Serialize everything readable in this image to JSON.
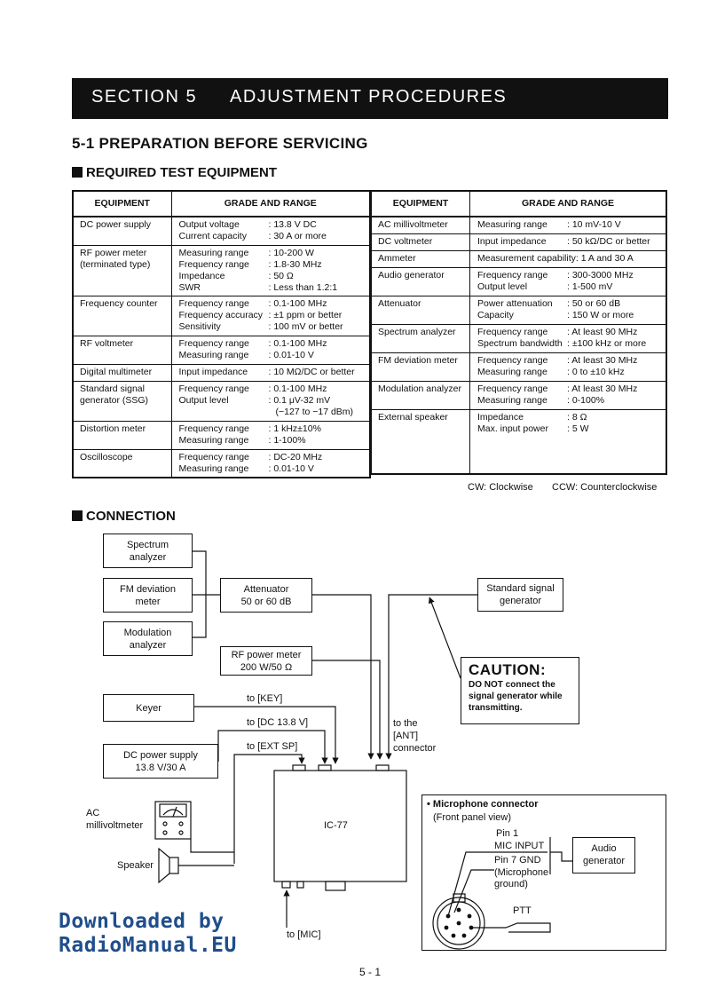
{
  "section": {
    "number": "SECTION 5",
    "title": "ADJUSTMENT PROCEDURES"
  },
  "heading": "5-1 PREPARATION BEFORE SERVICING",
  "subheading_equipment": "REQUIRED TEST EQUIPMENT",
  "table_headers": {
    "equipment": "EQUIPMENT",
    "grade": "GRADE AND RANGE"
  },
  "left_rows": [
    {
      "name": "DC power supply",
      "specs": [
        {
          "k": "Output voltage",
          "v": ": 13.8 V DC"
        },
        {
          "k": "Current capacity",
          "v": ": 30 A or more"
        }
      ]
    },
    {
      "name": "RF power meter\n(terminated type)",
      "specs": [
        {
          "k": "Measuring range",
          "v": ": 10-200 W"
        },
        {
          "k": "Frequency range",
          "v": ": 1.8-30 MHz"
        },
        {
          "k": "Impedance",
          "v": ": 50 Ω"
        },
        {
          "k": "SWR",
          "v": ": Less than 1.2:1"
        }
      ]
    },
    {
      "name": "Frequency counter",
      "specs": [
        {
          "k": "Frequency range",
          "v": ": 0.1-100 MHz"
        },
        {
          "k": "Frequency accuracy",
          "v": ": ±1 ppm or better"
        },
        {
          "k": "Sensitivity",
          "v": ": 100 mV or better"
        }
      ]
    },
    {
      "name": "RF voltmeter",
      "specs": [
        {
          "k": "Frequency range",
          "v": ": 0.1-100 MHz"
        },
        {
          "k": "Measuring range",
          "v": ": 0.01-10 V"
        }
      ]
    },
    {
      "name": "Digital multimeter",
      "specs": [
        {
          "k": "Input impedance",
          "v": ": 10 MΩ/DC or better"
        }
      ]
    },
    {
      "name": "Standard signal\ngenerator (SSG)",
      "specs": [
        {
          "k": "Frequency range",
          "v": ": 0.1-100 MHz"
        },
        {
          "k": "Output level",
          "v": ": 0.1 μV-32 mV"
        },
        {
          "k": "",
          "v": "(−127 to −17 dBm)"
        }
      ]
    },
    {
      "name": "Distortion meter",
      "specs": [
        {
          "k": "Frequency range",
          "v": ": 1 kHz±10%"
        },
        {
          "k": "Measuring range",
          "v": ": 1-100%"
        }
      ]
    },
    {
      "name": "Oscilloscope",
      "specs": [
        {
          "k": "Frequency range",
          "v": ": DC-20 MHz"
        },
        {
          "k": "Measuring range",
          "v": ": 0.01-10 V"
        }
      ]
    }
  ],
  "right_rows": [
    {
      "name": "AC millivoltmeter",
      "specs": [
        {
          "k": "Measuring range",
          "v": ": 10 mV-10 V"
        }
      ]
    },
    {
      "name": "DC voltmeter",
      "specs": [
        {
          "k": "Input impedance",
          "v": ": 50 kΩ/DC or better"
        }
      ]
    },
    {
      "name": "Ammeter",
      "specs": [
        {
          "k": "Measurement capability",
          "v": ": 1 A and 30 A"
        }
      ]
    },
    {
      "name": "Audio generator",
      "specs": [
        {
          "k": "Frequency range",
          "v": ": 300-3000 MHz"
        },
        {
          "k": "Output level",
          "v": ": 1-500 mV"
        }
      ]
    },
    {
      "name": "Attenuator",
      "specs": [
        {
          "k": "Power attenuation",
          "v": ": 50 or 60 dB"
        },
        {
          "k": "Capacity",
          "v": ": 150 W or more"
        }
      ]
    },
    {
      "name": "Spectrum analyzer",
      "specs": [
        {
          "k": "Frequency range",
          "v": ": At least 90 MHz"
        },
        {
          "k": "Spectrum bandwidth",
          "v": ": ±100 kHz or more"
        }
      ]
    },
    {
      "name": "FM deviation meter",
      "specs": [
        {
          "k": "Frequency range",
          "v": ": At least 30 MHz"
        },
        {
          "k": "Measuring range",
          "v": ": 0 to ±10 kHz"
        }
      ]
    },
    {
      "name": "Modulation analyzer",
      "specs": [
        {
          "k": "Frequency range",
          "v": ": At least 30 MHz"
        },
        {
          "k": "Measuring range",
          "v": ": 0-100%"
        }
      ]
    },
    {
      "name": "External speaker",
      "specs": [
        {
          "k": "Impedance",
          "v": ": 8 Ω"
        },
        {
          "k": "Max. input power",
          "v": ": 5 W"
        }
      ]
    }
  ],
  "notes": {
    "cw": "CW: Clockwise",
    "ccw": "CCW: Counterclockwise"
  },
  "subheading_connection": "CONNECTION",
  "diagram": {
    "spectrum_analyzer": "Spectrum\nanalyzer",
    "fm_deviation": "FM deviation\nmeter",
    "modulation_analyzer": "Modulation\nanalyzer",
    "attenuator": "Attenuator\n50 or 60 dB",
    "ssg": "Standard signal\ngenerator",
    "rf_power_meter": "RF power meter\n200 W/50 Ω",
    "keyer": "Keyer",
    "dc_supply": "DC power supply\n13.8 V/30 A",
    "ac_millivoltmeter": "AC\nmillivoltmeter",
    "speaker": "Speaker",
    "radio": "IC-77",
    "to_key": "to [KEY]",
    "to_dc": "to [DC 13.8 V]",
    "to_ext_sp": "to [EXT SP]",
    "to_ant": "to the\n[ANT]\nconnector",
    "to_mic": "to [MIC]",
    "caution_title": "CAUTION:",
    "caution_bold": "DO NOT",
    "caution_text": " connect the signal generator while transmitting.",
    "mic_title": "• Microphone connector",
    "mic_sub": "(Front panel view)",
    "pin1": "Pin 1",
    "mic_input": "MIC INPUT",
    "pin7": "Pin 7 GND",
    "mic_ground": "(Microphone",
    "mic_ground2": "ground)",
    "ptt": "PTT",
    "audio_gen": "Audio\ngenerator"
  },
  "watermark": {
    "line1": "Downloaded by",
    "line2": "RadioManual.EU"
  },
  "page_number": "5 - 1"
}
